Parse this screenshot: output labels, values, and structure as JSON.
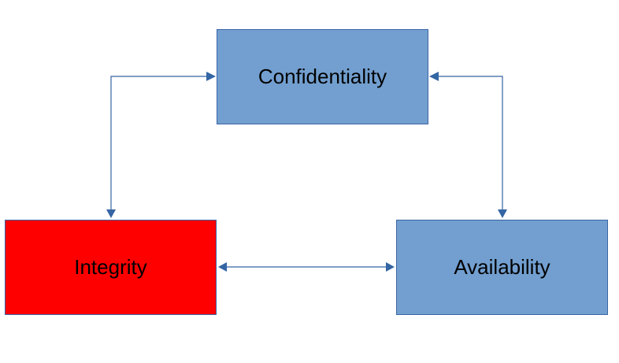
{
  "diagram": {
    "nodes": {
      "confidentiality": {
        "label": "Confidentiality",
        "color": "#729fcf",
        "border": "#3a66a6"
      },
      "integrity": {
        "label": "Integrity",
        "color": "#ff0000",
        "border": "#3a66a6"
      },
      "availability": {
        "label": "Availability",
        "color": "#729fcf",
        "border": "#3a66a6"
      }
    },
    "connector_color": "#3465a4",
    "edges": [
      {
        "from": "integrity",
        "to": "confidentiality",
        "arrows": "both"
      },
      {
        "from": "availability",
        "to": "confidentiality",
        "arrows": "both"
      },
      {
        "from": "integrity",
        "to": "availability",
        "arrows": "both"
      }
    ]
  }
}
